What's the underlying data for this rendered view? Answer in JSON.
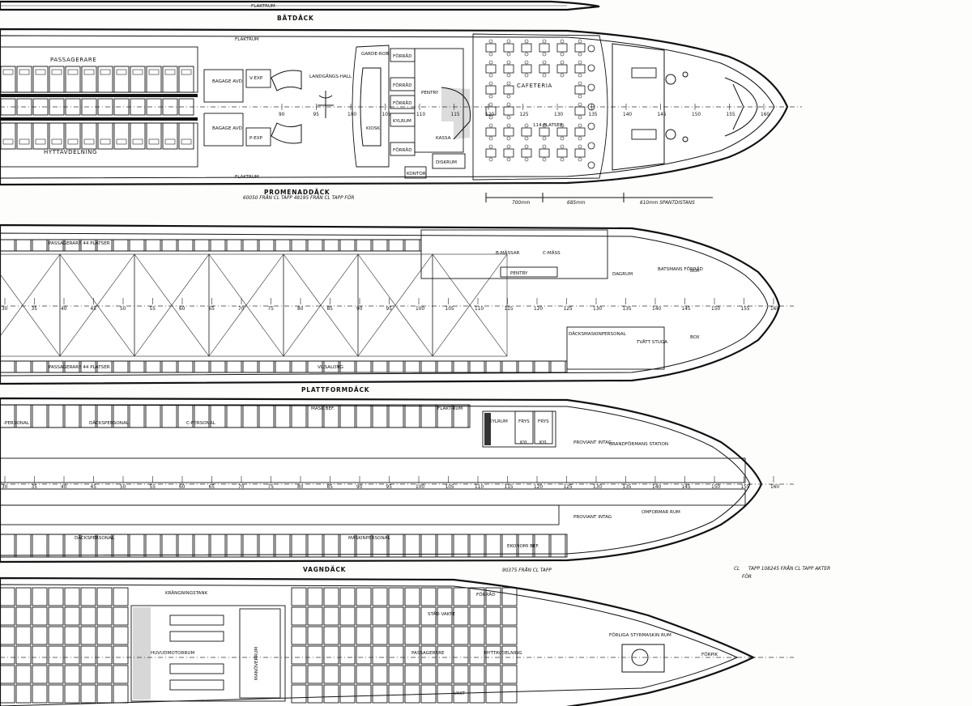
{
  "decks": {
    "batdack": "BÅTDÄCK",
    "promenaddack": "PROMENADDÄCK",
    "plattformdack": "PLATTFORMDÄCK",
    "vagndack": "VAGNDÄCK"
  },
  "labels": {
    "flaktrum": "FLAKTRUM",
    "flaktrum2": "FLAKTRUM",
    "passagerare": "PASSAGERARE",
    "hyttavdelning": "HYTTAVDELNING",
    "bagage_avd_1": "BAGAGE AVD.",
    "bagage_avd_2": "BAGAGE AVD.",
    "v_exp": "V-EXP",
    "p_exp": "P-EXP",
    "landgangshall": "LANDGÅNGS-HALL",
    "garderob": "GARDE-ROB",
    "forrad": "FÖRRÅD",
    "pentry": "PENTRY",
    "kylrum": "KYLRUM",
    "kiosk": "KIOSK",
    "kassa": "KASSA",
    "diskrum": "DISKRUM",
    "cafeteria": "CAFETERIA",
    "platser": "114 PLATSER",
    "kontor": "KONTOR",
    "passagerare_44_top": "PASSAGERARE 44 PLATSER",
    "passagerare_44_bot": "PASSAGERARE 44 PLATSER",
    "b_massar": "B-MÄSSAR",
    "c_mass": "C-MÄSS",
    "pentry2": "PENTRY",
    "dagrum": "DAGRUM",
    "batsmans": "BATSMANS FÖRRÅD",
    "dackmaskin": "DÄCKSMASKINPERSONAL",
    "tvatt": "TVÄTT STUGA",
    "vilsalong": "VILSALONG",
    "personal": "-PERSONAL",
    "dackspersonal": "DÄCKSPERSONAL",
    "c_personal": "C-PERSONAL",
    "mask_bef": "MASK BEF.",
    "flaktrum3": "FLÄKT-RUM",
    "kylrum2": "KYLRUM",
    "frys": "FRYS",
    "kyl": "KYL",
    "proviant_intag": "PROVIANT INTAG",
    "brandstation": "BRANDFÖRMANS STATION",
    "dackspersonal2": "DÄCKSPERSONAL",
    "maskinpersonal": "MASKINPERSONAL",
    "ekonomi": "EKONOMI BEF.",
    "omformar": "OMFORMAR RUM",
    "krangningstank": "KRÄNGNINGSTANK",
    "huvudmotorrum": "HUVUDMOTORRUM",
    "manover": "MANÖVERRUM",
    "stad_vakte": "STÄD VAKTE",
    "passagerare2": "PASSAGERARE",
    "hyttavdelning2": "HYTTAVDELNING",
    "forliga": "FÖRLIGA STYRMASKIN RUM",
    "forpik": "FÖRPIK",
    "box": "BOX",
    "vakt": "VAKT"
  },
  "dimensions": {
    "promenad_note": "60050 FRÅN CL TAPP   48195 FRÅN CL TAPP FÖR",
    "sp1": "700mm",
    "sp2": "685mm",
    "sp3": "610mm  SPANTDISTANS",
    "plattform_note": "90375 FRÅN CL TAPP",
    "vagn_note_cl": "CL",
    "vagn_note": "TAPP  108245 FRÅN CL TAPP AKTER",
    "vagn_note_for": "FÖR"
  },
  "frames": [
    "30",
    "35",
    "40",
    "45",
    "50",
    "55",
    "60",
    "65",
    "70",
    "75",
    "80",
    "85",
    "90",
    "95",
    "100",
    "105",
    "110",
    "115",
    "120",
    "125",
    "130",
    "135",
    "140",
    "145",
    "150",
    "155",
    "160"
  ],
  "frames_top": [
    "90",
    "95",
    "100",
    "105",
    "110",
    "115",
    "120",
    "125",
    "130",
    "135",
    "140",
    "145",
    "150",
    "155",
    "160"
  ]
}
